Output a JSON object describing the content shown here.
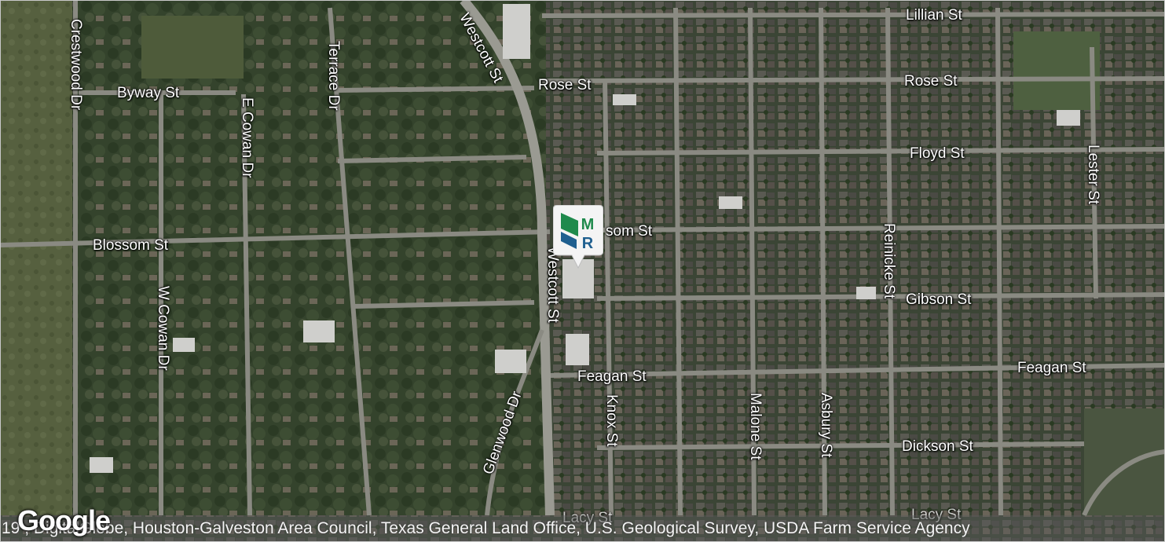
{
  "map": {
    "type": "satellite",
    "streets": {
      "lillian": "Lillian St",
      "rose_left": "Rose St",
      "rose_right": "Rose St",
      "floyd": "Floyd St",
      "byway": "Byway St",
      "blossom_left": "Blossom St",
      "blossom_right": "som St",
      "gibson": "Gibson St",
      "feagan_left": "Feagan St",
      "feagan_right": "Feagan St",
      "dickson": "Dickson St",
      "crestwood": "Crestwood Dr",
      "e_cowan": "E Cowan Dr",
      "w_cowan": "W Cowan Dr",
      "terrace": "Terrace Dr",
      "westcott_top": "Westcott St",
      "westcott_mid": "Westcott St",
      "glenwood": "Glenwood Dr",
      "knox": "Knox St",
      "malone": "Malone St",
      "asbury": "Asbury St",
      "reinicke": "Reinicke St",
      "lester": "Lester St",
      "lacy_left": "Lacy St",
      "lacy_right": "Lacy St"
    },
    "marker": {
      "logo_letters": [
        "M",
        "R"
      ],
      "colors": {
        "green": "#1f8a4c",
        "blue": "#1f5f8f"
      }
    },
    "attribution": "19 , DigitalGlobe, Houston-Galveston Area Council, Texas General Land Office, U.S. Geological Survey, USDA Farm Service Agency",
    "logo": "Google"
  }
}
